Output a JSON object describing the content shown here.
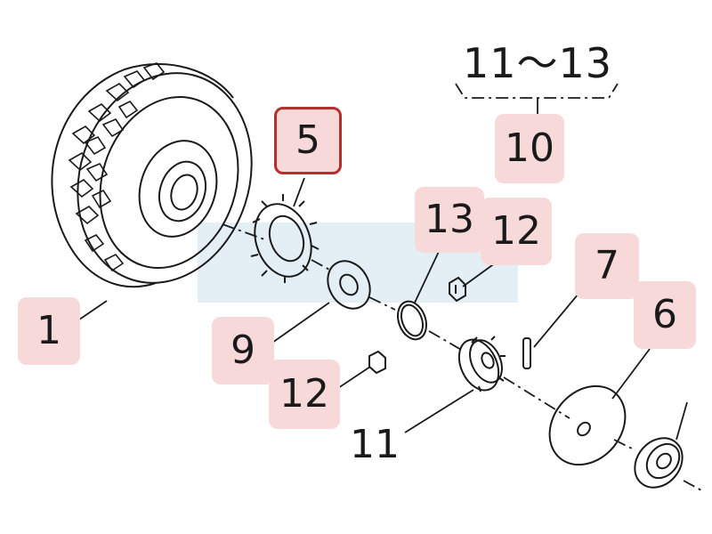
{
  "diagram": {
    "parts": [
      {
        "key": "p1",
        "label": "1",
        "part": "wheel"
      },
      {
        "key": "p5",
        "label": "5",
        "part": "drive-gear",
        "selected": true
      },
      {
        "key": "p9",
        "label": "9",
        "part": "washer"
      },
      {
        "key": "p13",
        "label": "13",
        "part": "o-ring"
      },
      {
        "key": "p12a",
        "label": "12",
        "part": "spring-clip"
      },
      {
        "key": "p12b",
        "label": "12",
        "part": "spring-clip"
      },
      {
        "key": "p7",
        "label": "7",
        "part": "pin"
      },
      {
        "key": "p11",
        "label": "11",
        "part": "hub"
      },
      {
        "key": "p6",
        "label": "6",
        "part": "cover-disc"
      },
      {
        "key": "p10",
        "label": "10",
        "part": "assembly-kit"
      }
    ],
    "group_range": "11～13",
    "colors": {
      "callout_fill": "#f7d9d9",
      "selected_border": "#b3302f",
      "watermark": "#dbeaf2",
      "line": "#1a1a1a"
    }
  }
}
